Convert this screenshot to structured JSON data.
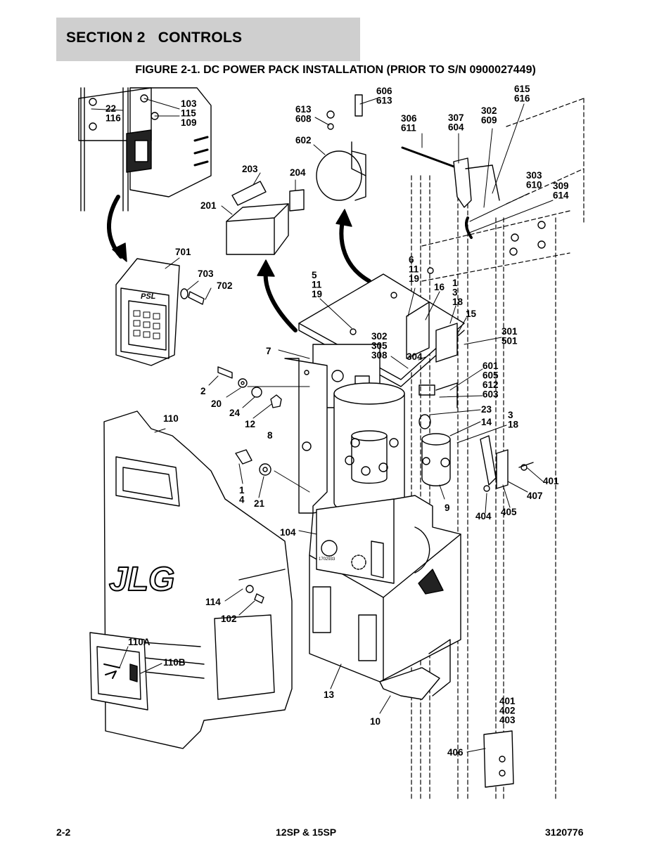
{
  "header": {
    "section": "SECTION 2   CONTROLS",
    "figure_title": "FIGURE 2-1. DC POWER PACK INSTALLATION (PRIOR TO S/N 0900027449)"
  },
  "footer": {
    "page": "2-2",
    "model": "12SP & 15SP",
    "doc_number": "3120776"
  },
  "callouts": [
    {
      "id": "c-22-116",
      "lines": [
        "22",
        "116"
      ]
    },
    {
      "id": "c-103-115-109",
      "lines": [
        "103",
        "115",
        "109"
      ]
    },
    {
      "id": "c-203",
      "lines": [
        "203"
      ]
    },
    {
      "id": "c-204",
      "lines": [
        "204"
      ]
    },
    {
      "id": "c-201",
      "lines": [
        "201"
      ]
    },
    {
      "id": "c-613-608",
      "lines": [
        "613",
        "608"
      ]
    },
    {
      "id": "c-606-613",
      "lines": [
        "606",
        "613"
      ]
    },
    {
      "id": "c-602",
      "lines": [
        "602"
      ]
    },
    {
      "id": "c-306-611",
      "lines": [
        "306",
        "611"
      ]
    },
    {
      "id": "c-307-604",
      "lines": [
        "307",
        "604"
      ]
    },
    {
      "id": "c-302-609",
      "lines": [
        "302",
        "609"
      ]
    },
    {
      "id": "c-615-616",
      "lines": [
        "615",
        "616"
      ]
    },
    {
      "id": "c-303-610",
      "lines": [
        "303",
        "610"
      ]
    },
    {
      "id": "c-309-614",
      "lines": [
        "309",
        "614"
      ]
    },
    {
      "id": "c-701",
      "lines": [
        "701"
      ]
    },
    {
      "id": "c-703",
      "lines": [
        "703"
      ]
    },
    {
      "id": "c-702",
      "lines": [
        "702"
      ]
    },
    {
      "id": "c-5-11-19",
      "lines": [
        "5",
        "11",
        "19"
      ]
    },
    {
      "id": "c-6-11-19",
      "lines": [
        "6",
        "11",
        "19"
      ]
    },
    {
      "id": "c-16",
      "lines": [
        "16"
      ]
    },
    {
      "id": "c-1-3-18",
      "lines": [
        "1",
        "3",
        "18"
      ]
    },
    {
      "id": "c-15",
      "lines": [
        "15"
      ]
    },
    {
      "id": "c-301-501",
      "lines": [
        "301",
        "501"
      ]
    },
    {
      "id": "c-7",
      "lines": [
        "7"
      ]
    },
    {
      "id": "c-302-305-308",
      "lines": [
        "302",
        "305",
        "308"
      ]
    },
    {
      "id": "c-304",
      "lines": [
        "304"
      ]
    },
    {
      "id": "c-601-605-612-603",
      "lines": [
        "601",
        "605",
        "612",
        "603"
      ]
    },
    {
      "id": "c-23",
      "lines": [
        "23"
      ]
    },
    {
      "id": "c-14",
      "lines": [
        "14"
      ]
    },
    {
      "id": "c-3-18",
      "lines": [
        "3",
        "18"
      ]
    },
    {
      "id": "c-2",
      "lines": [
        "2"
      ]
    },
    {
      "id": "c-20",
      "lines": [
        "20"
      ]
    },
    {
      "id": "c-24",
      "lines": [
        "24"
      ]
    },
    {
      "id": "c-12",
      "lines": [
        "12"
      ]
    },
    {
      "id": "c-8",
      "lines": [
        "8"
      ]
    },
    {
      "id": "c-110",
      "lines": [
        "110"
      ]
    },
    {
      "id": "c-1-4",
      "lines": [
        "1",
        "4"
      ]
    },
    {
      "id": "c-21",
      "lines": [
        "21"
      ]
    },
    {
      "id": "c-9",
      "lines": [
        "9"
      ]
    },
    {
      "id": "c-401",
      "lines": [
        "401"
      ]
    },
    {
      "id": "c-407",
      "lines": [
        "407"
      ]
    },
    {
      "id": "c-405",
      "lines": [
        "405"
      ]
    },
    {
      "id": "c-404",
      "lines": [
        "404"
      ]
    },
    {
      "id": "c-104",
      "lines": [
        "104"
      ]
    },
    {
      "id": "c-114",
      "lines": [
        "114"
      ]
    },
    {
      "id": "c-102",
      "lines": [
        "102"
      ]
    },
    {
      "id": "c-110A",
      "lines": [
        "110A"
      ]
    },
    {
      "id": "c-110B",
      "lines": [
        "110B"
      ]
    },
    {
      "id": "c-13",
      "lines": [
        "13"
      ]
    },
    {
      "id": "c-10",
      "lines": [
        "10"
      ]
    },
    {
      "id": "c-401-402-403",
      "lines": [
        "401",
        "402",
        "403"
      ]
    },
    {
      "id": "c-406",
      "lines": [
        "406"
      ]
    }
  ],
  "labels": {
    "keypad_brand": "PSL",
    "cover_logo": "JLG",
    "panel_code": "1702933"
  }
}
